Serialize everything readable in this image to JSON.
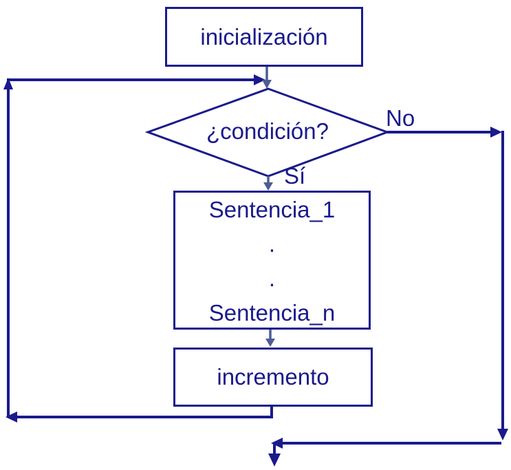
{
  "colors": {
    "navy": "#1A1A8C",
    "slate": "#4E5C95",
    "background": "#FFFFFF"
  },
  "nodes": {
    "initialization": {
      "label": "inicialización"
    },
    "condition": {
      "label": "¿condición?"
    },
    "statements": {
      "lines": [
        "Sentencia_1",
        ".",
        ".",
        "Sentencia_n"
      ]
    },
    "increment": {
      "label": "incremento"
    }
  },
  "edge_labels": {
    "yes": "Sí",
    "no": "No"
  }
}
